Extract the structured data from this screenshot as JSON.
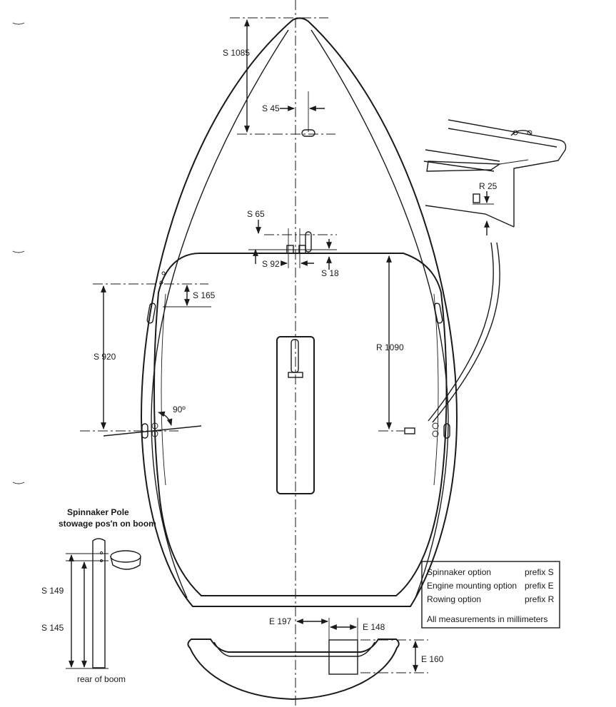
{
  "labels": {
    "s1085": "S 1085",
    "s45": "S 45",
    "s65": "S 65",
    "s92": "S 92",
    "s18": "S 18",
    "s165": "S 165",
    "s920": "S 920",
    "angle90": "90º",
    "r1090": "R 1090",
    "r25": "R 25",
    "e197": "E 197",
    "e148": "E 148",
    "e160": "E 160",
    "s149": "S 149",
    "s145": "S 145"
  },
  "spinnaker_pole": {
    "title": "Spinnaker Pole",
    "subtitle": "stowage pos'n on boom",
    "rear": "rear of boom"
  },
  "legend": {
    "rows": [
      {
        "option": "Spinnaker option",
        "prefix": "prefix S"
      },
      {
        "option": "Engine mounting option",
        "prefix": "prefix E"
      },
      {
        "option": "Rowing option",
        "prefix": "prefix R"
      }
    ],
    "note": "All measurements in millimeters"
  }
}
